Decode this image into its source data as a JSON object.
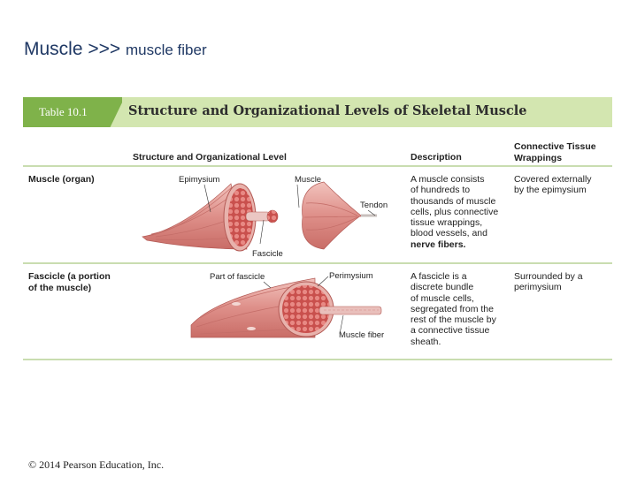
{
  "slide": {
    "title_main": "Muscle >>> ",
    "title_sub": "muscle fiber",
    "footer": "© 2014 Pearson Education, Inc."
  },
  "table": {
    "number": "Table 10.1",
    "title": "Structure and Organizational Levels of Skeletal Muscle",
    "col_level": "Structure and Organizational Level",
    "col_description": "Description",
    "col_connective_line1": "Connective Tissue",
    "col_connective_line2": "Wrappings",
    "rows": [
      {
        "label_line1": "Muscle (organ)",
        "desc_lines": [
          "A muscle consists",
          "of hundreds to",
          "thousands of muscle",
          "cells, plus connective",
          "tissue wrappings,",
          "blood vessels, and"
        ],
        "desc_bold": "nerve fibers.",
        "wrap_lines": [
          "Covered externally",
          "by the epimysium"
        ],
        "labels": {
          "epimysium": "Epimysium",
          "muscle": "Muscle",
          "tendon": "Tendon",
          "fascicle": "Fascicle"
        }
      },
      {
        "label_line1": "Fascicle (a portion",
        "label_line2": "of the muscle)",
        "desc_lines": [
          "A fascicle is a",
          "discrete bundle",
          "of muscle cells,",
          "segregated from the",
          "rest of the muscle by",
          "a connective tissue",
          "sheath."
        ],
        "wrap_lines": [
          "Surrounded by a",
          "perimysium"
        ],
        "labels": {
          "part_of_fascicle": "Part of fascicle",
          "perimysium": "Perimysium",
          "muscle_fiber": "Muscle fiber"
        }
      }
    ]
  },
  "colors": {
    "header_band": "#d3e6b0",
    "tab": "#7fb24a",
    "title_text": "#1f3864",
    "muscle_light": "#e8a5a0",
    "muscle_dark": "#c8605c"
  }
}
